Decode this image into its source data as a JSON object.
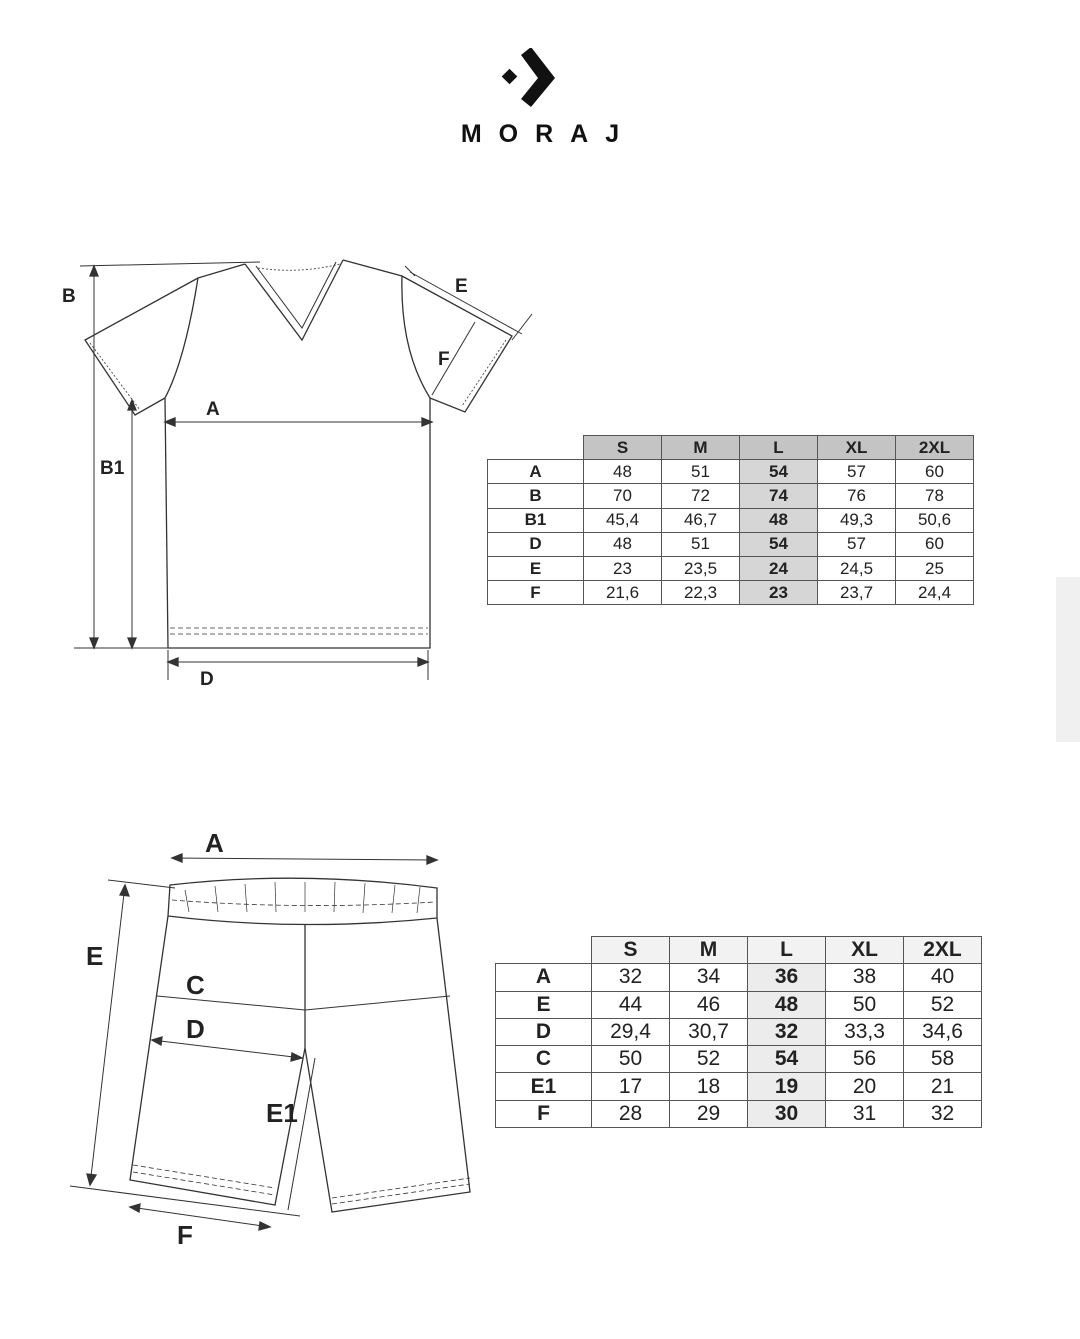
{
  "brand": {
    "name": "MORAJ"
  },
  "tshirt": {
    "labels": {
      "A": "A",
      "B": "B",
      "B1": "B1",
      "D": "D",
      "E": "E",
      "F": "F"
    },
    "table": {
      "sizes": [
        "S",
        "M",
        "L",
        "XL",
        "2XL"
      ],
      "highlight": "L",
      "rows": [
        {
          "label": "A",
          "values": [
            "48",
            "51",
            "54",
            "57",
            "60"
          ]
        },
        {
          "label": "B",
          "values": [
            "70",
            "72",
            "74",
            "76",
            "78"
          ]
        },
        {
          "label": "B1",
          "values": [
            "45,4",
            "46,7",
            "48",
            "49,3",
            "50,6"
          ]
        },
        {
          "label": "D",
          "values": [
            "48",
            "51",
            "54",
            "57",
            "60"
          ]
        },
        {
          "label": "E",
          "values": [
            "23",
            "23,5",
            "24",
            "24,5",
            "25"
          ]
        },
        {
          "label": "F",
          "values": [
            "21,6",
            "22,3",
            "23",
            "23,7",
            "24,4"
          ]
        }
      ]
    }
  },
  "shorts": {
    "labels": {
      "A": "A",
      "C": "C",
      "D": "D",
      "E": "E",
      "E1": "E1",
      "F": "F"
    },
    "table": {
      "sizes": [
        "S",
        "M",
        "L",
        "XL",
        "2XL"
      ],
      "highlight": "L",
      "rows": [
        {
          "label": "A",
          "values": [
            "32",
            "34",
            "36",
            "38",
            "40"
          ]
        },
        {
          "label": "E",
          "values": [
            "44",
            "46",
            "48",
            "50",
            "52"
          ]
        },
        {
          "label": "D",
          "values": [
            "29,4",
            "30,7",
            "32",
            "33,3",
            "34,6"
          ]
        },
        {
          "label": "C",
          "values": [
            "50",
            "52",
            "54",
            "56",
            "58"
          ]
        },
        {
          "label": "E1",
          "values": [
            "17",
            "18",
            "19",
            "20",
            "21"
          ]
        },
        {
          "label": "F",
          "values": [
            "28",
            "29",
            "30",
            "31",
            "32"
          ]
        }
      ]
    }
  }
}
